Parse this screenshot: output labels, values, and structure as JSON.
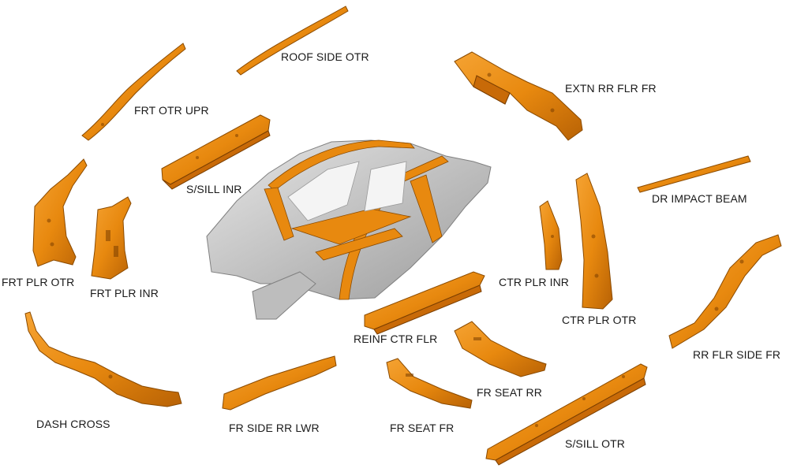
{
  "colors": {
    "part_orange": "#e8890f",
    "part_shadow": "#b86205",
    "body_grey": "#c8c8c8",
    "label_text": "#1a1a1a",
    "background": "#ffffff"
  },
  "labels": {
    "roof_side_otr": "ROOF SIDE OTR",
    "extn_rr_flr_fr": "EXTN RR FLR FR",
    "frt_otr_upr": "FRT OTR UPR",
    "s_sill_inr": "S/SILL INR",
    "dr_impact_beam": "DR IMPACT BEAM",
    "frt_plr_otr": "FRT PLR OTR",
    "frt_plr_inr": "FRT PLR INR",
    "ctr_plr_inr": "CTR PLR INR",
    "ctr_plr_otr": "CTR PLR OTR",
    "reinf_ctr_flr": "REINF CTR FLR",
    "rr_flr_side_fr": "RR FLR SIDE FR",
    "fr_seat_rr": "FR SEAT RR",
    "dash_cross": "DASH CROSS",
    "fr_side_rr_lwr": "FR SIDE RR LWR",
    "fr_seat_fr": "FR SEAT FR",
    "s_sill_otr": "S/SILL OTR"
  }
}
